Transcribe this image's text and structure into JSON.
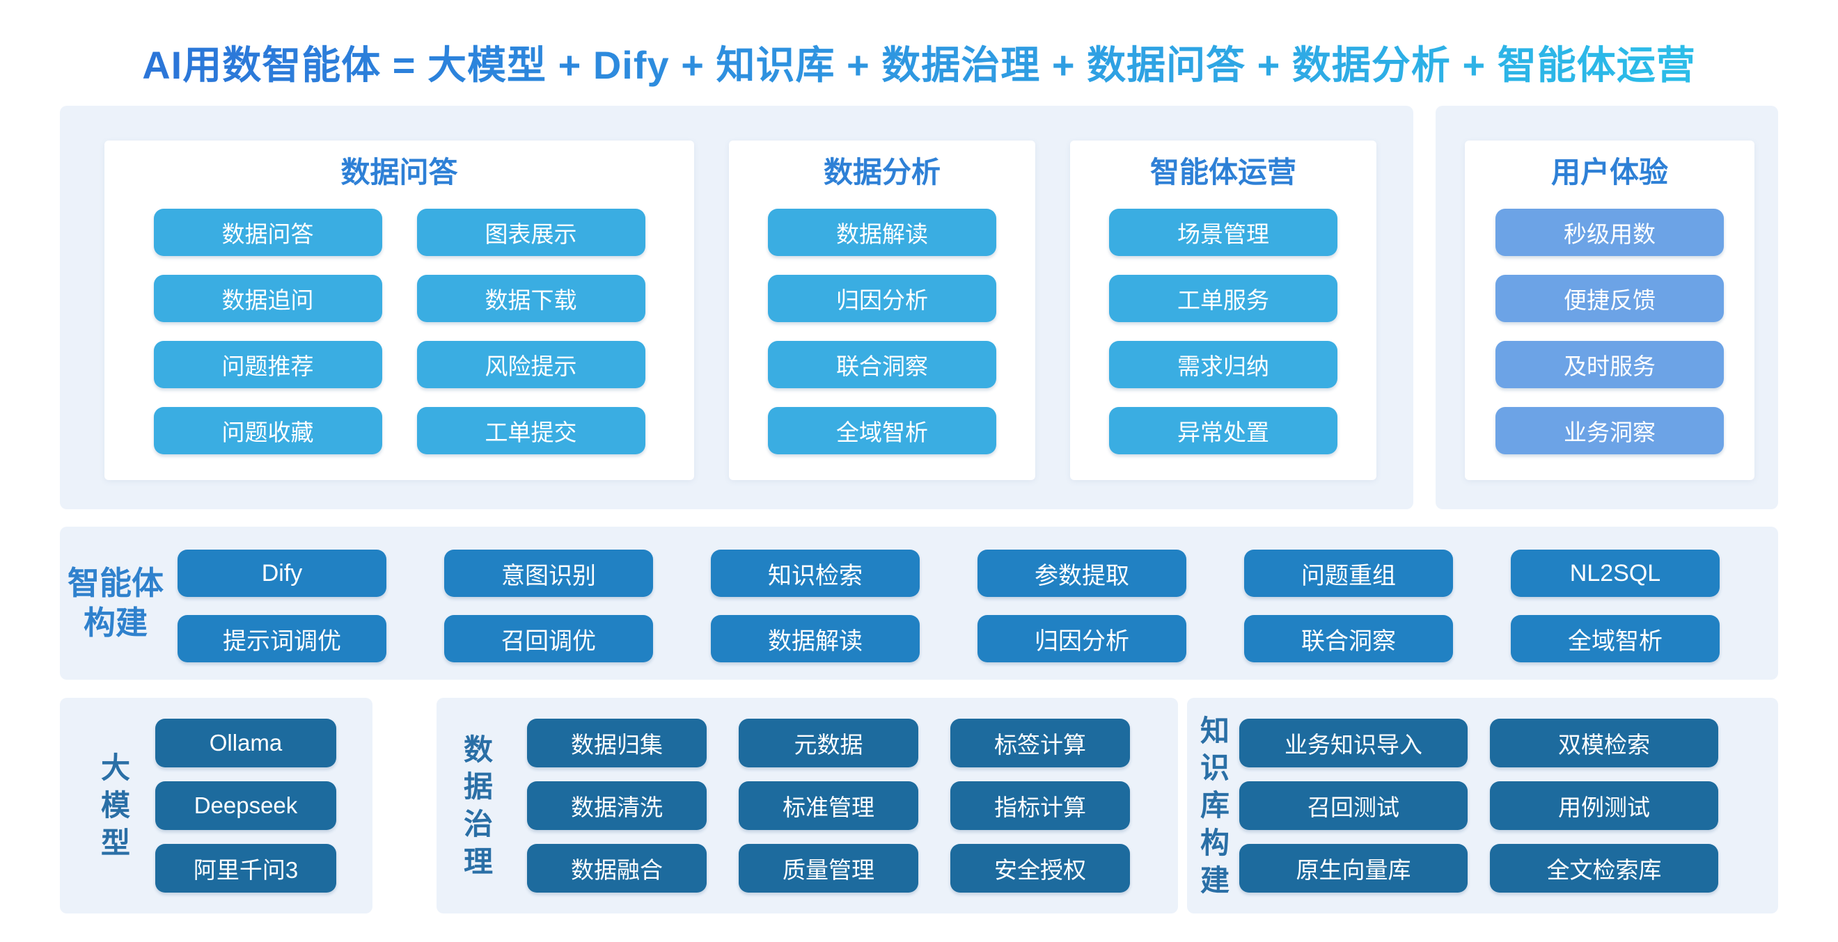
{
  "title": {
    "text": "AI用数智能体 = 大模型 + Dify + 知识库 + 数据治理 + 数据问答 + 数据分析 + 智能体运营"
  },
  "colors": {
    "panel_bg": "#ecf2fa",
    "card_bg": "#ffffff",
    "heading_blue": "#2e80d6",
    "top_chip": "#3aade2",
    "ux_chip": "#6ca3e6",
    "mid_chip": "#2181c3",
    "bottom_chip": "#1d6b9e",
    "side_label_blue": "#2a6fa6",
    "title_gradient_start": "#2a6ed6",
    "title_gradient_end": "#2bc4ea"
  },
  "top": {
    "cards": [
      {
        "heading": "数据问答",
        "buttons": [
          "数据问答",
          "图表展示",
          "数据追问",
          "数据下载",
          "问题推荐",
          "风险提示",
          "问题收藏",
          "工单提交"
        ]
      },
      {
        "heading": "数据分析",
        "buttons": [
          "数据解读",
          "归因分析",
          "联合洞察",
          "全域智析"
        ]
      },
      {
        "heading": "智能体运营",
        "buttons": [
          "场景管理",
          "工单服务",
          "需求归纳",
          "异常处置"
        ]
      },
      {
        "heading": "用户体验",
        "buttons": [
          "秒级用数",
          "便捷反馈",
          "及时服务",
          "业务洞察"
        ]
      }
    ]
  },
  "middle": {
    "label_line1": "智能体",
    "label_line2": "构建",
    "buttons": [
      "Dify",
      "意图识别",
      "知识检索",
      "参数提取",
      "问题重组",
      "NL2SQL",
      "提示词调优",
      "召回调优",
      "数据解读",
      "归因分析",
      "联合洞察",
      "全域智析"
    ]
  },
  "bottom": {
    "panels": [
      {
        "label": "大模型",
        "buttons": [
          "Ollama",
          "Deepseek",
          "阿里千问3"
        ]
      },
      {
        "label": "数据治理",
        "buttons": [
          "数据归集",
          "元数据",
          "标签计算",
          "数据清洗",
          "标准管理",
          "指标计算",
          "数据融合",
          "质量管理",
          "安全授权"
        ]
      },
      {
        "label": "知识库构建",
        "buttons": [
          "业务知识导入",
          "双模检索",
          "召回测试",
          "用例测试",
          "原生向量库",
          "全文检索库"
        ]
      }
    ]
  }
}
